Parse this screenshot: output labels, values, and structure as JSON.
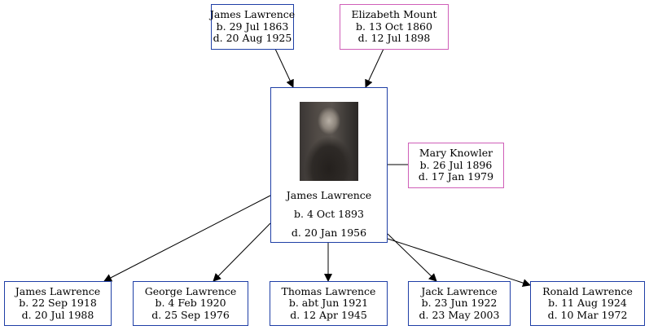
{
  "parents": [
    {
      "name": "James Lawrence",
      "born": "b. 29 Jul 1863",
      "died": "d. 20 Aug 1925",
      "sex": "male"
    },
    {
      "name": "Elizabeth Mount",
      "born": "b. 13 Oct 1860",
      "died": "d. 12 Jul 1898",
      "sex": "female"
    }
  ],
  "focus": {
    "name": "James Lawrence",
    "born": "b. 4 Oct 1893",
    "died": "d. 20 Jan 1956",
    "photo": "portrait-photo"
  },
  "spouse": {
    "name": "Mary Knowler",
    "born": "b. 26 Jul 1896",
    "died": "d. 17 Jan 1979",
    "sex": "female"
  },
  "children": [
    {
      "name": "James Lawrence",
      "born": "b. 22 Sep 1918",
      "died": "d. 20 Jul 1988"
    },
    {
      "name": "George Lawrence",
      "born": "b. 4 Feb 1920",
      "died": "d. 25 Sep 1976"
    },
    {
      "name": "Thomas Lawrence",
      "born": "b. abt Jun 1921",
      "died": "d. 12 Apr 1945"
    },
    {
      "name": "Jack Lawrence",
      "born": "b. 23 Jun 1922",
      "died": "d. 23 May 2003"
    },
    {
      "name": "Ronald Lawrence",
      "born": "b. 11 Aug 1924",
      "died": "d. 10 Mar 1972"
    }
  ],
  "colors": {
    "male_border": "#1f3fa6",
    "female_border": "#cf5fb8",
    "edge": "#000000"
  }
}
